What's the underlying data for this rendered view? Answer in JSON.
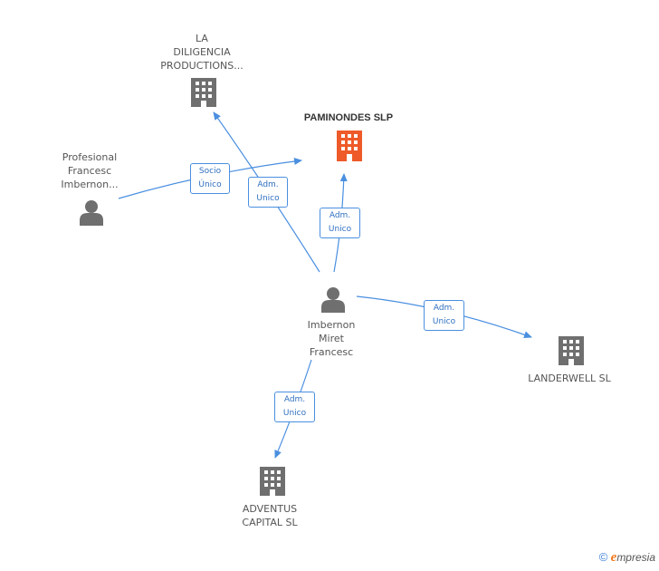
{
  "nodes": [
    {
      "id": "la-diligencia",
      "type": "company",
      "label": "LA\nDILIGENCIA\nPRODUCTIONS...",
      "color": "#6f6f6f"
    },
    {
      "id": "paminondes",
      "type": "company",
      "label": "PAMINONDES SLP",
      "color": "#ee5a2a",
      "main": true
    },
    {
      "id": "profesional",
      "type": "person",
      "label": "Profesional\nFrancesc\nImbernon...",
      "color": "#6f6f6f"
    },
    {
      "id": "imbernon",
      "type": "person",
      "label": "Imbernon\nMiret\nFrancesc",
      "color": "#6f6f6f"
    },
    {
      "id": "landerwell",
      "type": "company",
      "label": "LANDERWELL SL",
      "color": "#6f6f6f"
    },
    {
      "id": "adventus",
      "type": "company",
      "label": "ADVENTUS\nCAPITAL SL",
      "color": "#6f6f6f"
    }
  ],
  "edges": [
    {
      "id": "e-prof-pam",
      "label": "Socio\nÚnico"
    },
    {
      "id": "e-imb-ladil",
      "label": "Adm.\nUnico"
    },
    {
      "id": "e-imb-pam",
      "label": "Adm.\nUnico"
    },
    {
      "id": "e-imb-land",
      "label": "Adm.\nUnico"
    },
    {
      "id": "e-imb-adv",
      "label": "Adm.\nUnico"
    }
  ],
  "footer": {
    "copyright": "©",
    "brand_initial": "e",
    "brand_rest": "mpresia"
  },
  "colors": {
    "edge": "#4a8fe0",
    "node": "#6f6f6f",
    "highlight": "#ee5a2a"
  }
}
